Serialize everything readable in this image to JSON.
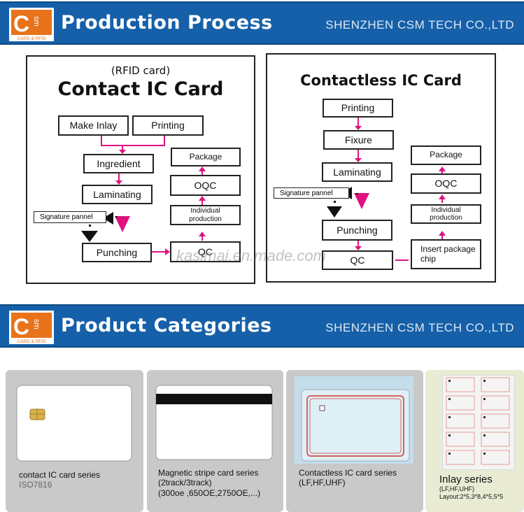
{
  "banner1": {
    "title": "Production Process",
    "company": "SHENZHEN CSM TECH CO.,LTD",
    "logo_letter": "C",
    "logo_sub": "sm",
    "logo_tag": "CARD & RFID"
  },
  "contact": {
    "subtitle": "(RFID card)",
    "title": "Contact IC Card",
    "make_inlay": "Make Inlay",
    "printing": "Printing",
    "ingredient": "Ingredient",
    "laminating": "Laminating",
    "signature": "Signature pannel",
    "punching": "Punching",
    "package": "Package",
    "oqc": "OQC",
    "individual": "Individual production",
    "qc": "QC"
  },
  "contactless": {
    "title": "Contactless IC Card",
    "printing": "Printing",
    "fixure": "Fixure",
    "laminating": "Laminating",
    "signature": "Signature pannel",
    "punching": "Punching",
    "qc": "QC",
    "package": "Package",
    "oqc": "OQC",
    "individual": "Individual production",
    "insert": "Insert package chip"
  },
  "watermark": "kasimai.en.made.com",
  "banner2": {
    "title": "Product Categories",
    "company": "SHENZHEN CSM TECH CO.,LTD",
    "logo_letter": "C",
    "logo_sub": "sm",
    "logo_tag": "CARD & RFID"
  },
  "products": {
    "contact": {
      "line1": "contact IC card series",
      "line2": "ISO7816"
    },
    "magnetic": {
      "line1": "Magnetic stripe card series",
      "line2": "(2track/3track)",
      "line3": "(300oe ,650OE,2750OE,...)"
    },
    "contactless": {
      "line1": "Contactless IC card series",
      "line2": "(LF,HF,UHF)"
    },
    "inlay": {
      "title": "Inlay  series",
      "sub1": "(LF,HF,UHF)",
      "sub2": "Layout:2*5,3*8,4*5,5*5"
    }
  },
  "colors": {
    "banner": "#1560a8",
    "logo": "#e8731a",
    "arrow": "#e0117f",
    "card_bg": "#c9c9c9",
    "inlay_bg": "#e9ecd3"
  }
}
